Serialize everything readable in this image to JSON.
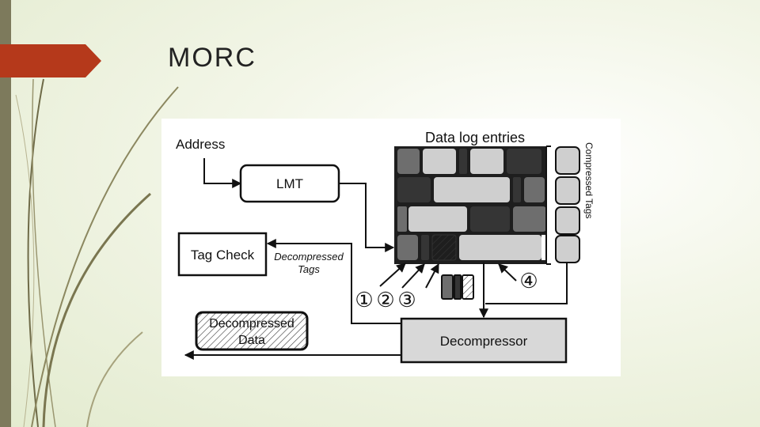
{
  "slide": {
    "title": "MORC"
  },
  "diagram": {
    "address_label": "Address",
    "lmt_label": "LMT",
    "data_log_title": "Data log entries",
    "compressed_tags_label": "Compressed Tags",
    "tag_check_label": "Tag Check",
    "decompressed_tags_line1": "Decompressed",
    "decompressed_tags_line2": "Tags",
    "decompressor_label": "Decompressor",
    "decompressed_data_line1": "Decompressed",
    "decompressed_data_line2": "Data",
    "markers": [
      "①",
      "②",
      "③",
      "④"
    ]
  },
  "colors": {
    "accent_tab": "#b5391b",
    "left_bar": "#7d7a5c",
    "light_block": "#cfcfcf",
    "mid_block": "#6e6e6e",
    "dark_block": "#353535"
  }
}
